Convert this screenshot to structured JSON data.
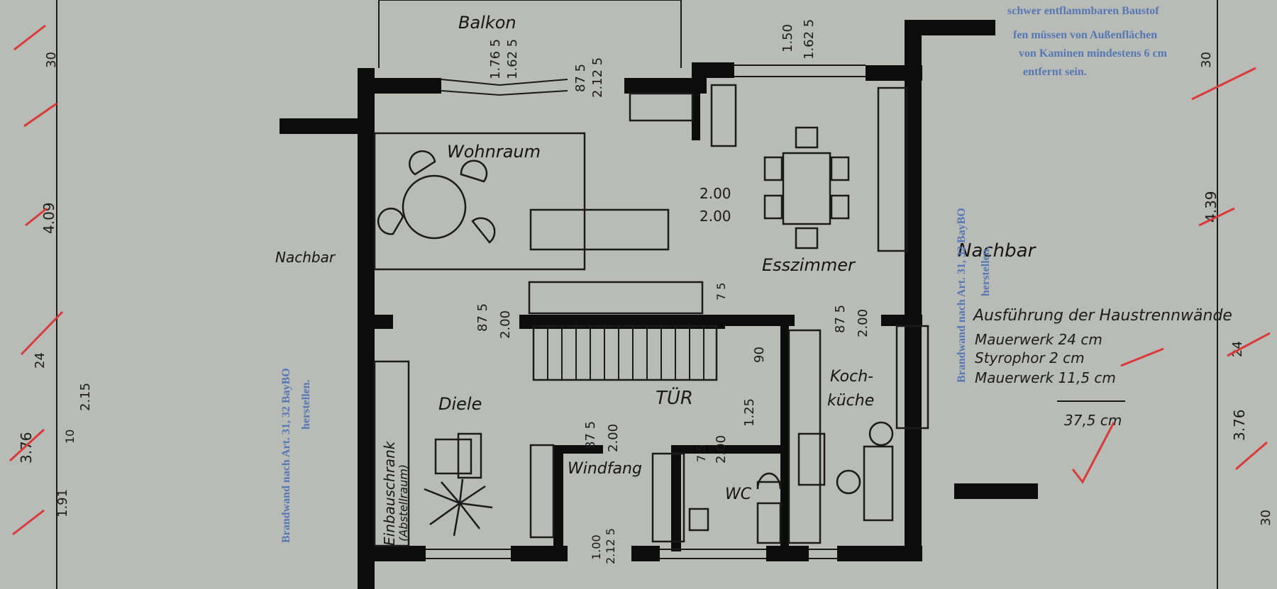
{
  "rooms": {
    "balkon": "Balkon",
    "wohnraum": "Wohnraum",
    "esszimmer": "Esszimmer",
    "diele": "Diele",
    "windfang": "Windfang",
    "wc": "WC",
    "kochkueche_1": "Koch-",
    "kochkueche_2": "küche",
    "einbauschrank_1": "Einbauschrank",
    "einbauschrank_2": "(Abstellraum)",
    "nachbar_left": "Nachbar",
    "nachbar_right": "Nachbar",
    "tuer_note": "TÜR"
  },
  "dimensions": {
    "balkon_a": "1.76 5",
    "balkon_b": "1.62 5",
    "balkon_c": "87 5",
    "balkon_d": "2.12 5",
    "top_right_a": "1.50",
    "top_right_b": "1.62 5",
    "center_a": "2.00",
    "center_b": "2.00",
    "stair_a": "87 5",
    "stair_b": "2.00",
    "es_a": "87 5",
    "es_b": "2.00",
    "es_c": "7 5",
    "kueche_90": "90",
    "wc_125": "1.25",
    "wc_75": "7 5",
    "wc_200": "2.00",
    "diele_a": "87 5",
    "diele_b": "2.00",
    "bottom_a": "1.00",
    "bottom_b": "2.12 5",
    "left_30": "30",
    "left_409": "4.09",
    "left_24": "24",
    "left_376": "3.76",
    "left_10": "10",
    "left_215": "2.15",
    "left_191": "1.91",
    "right_30_top": "30",
    "right_439": "4.39",
    "right_24": "24",
    "right_376": "3.76",
    "right_30_bottom": "30"
  },
  "stamps": {
    "top_right_1": "schwer entflammbaren Baustof",
    "top_right_2": "fen müssen von Außenflächen",
    "top_right_3": "von Kaminen mindestens 6 cm",
    "top_right_4": "entfernt sein.",
    "left_vertical_1": "Brandwand nach Art. 31, 32 BayBO",
    "left_vertical_2": "herstellen.",
    "right_vertical_1": "Brandwand nach Art. 31, 32 BayBO",
    "right_vertical_2": "herstellen."
  },
  "notes": {
    "title": "Ausführung der Haustrennwände",
    "line1": "Mauerwerk 24 cm",
    "line2": "Styrophor   2 cm",
    "line3": "Mauerwerk 11,5 cm",
    "total": "37,5 cm"
  },
  "colors": {
    "paper": "#b9bcb6",
    "ink": "#0c0c0c",
    "stamp": "#5577b4",
    "check": "#d83a3a"
  }
}
